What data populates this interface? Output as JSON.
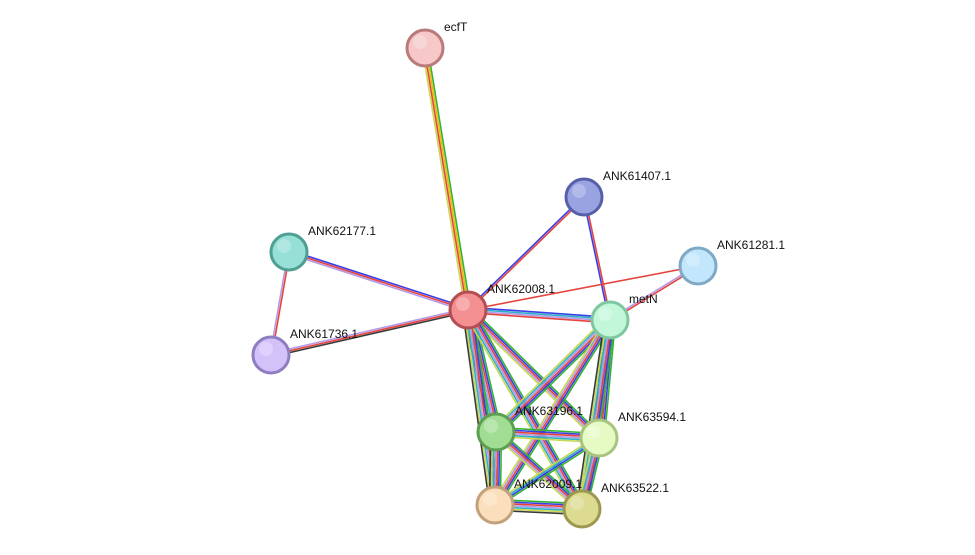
{
  "network": {
    "nodes": [
      {
        "id": "ecfT",
        "label": "ecfT",
        "fill": "#f7c8c8",
        "stroke": "#b87a7a"
      },
      {
        "id": "ANK61407.1",
        "label": "ANK61407.1",
        "fill": "#99a3e2",
        "stroke": "#5560a8"
      },
      {
        "id": "ANK61281.1",
        "label": "ANK61281.1",
        "fill": "#c2e6fb",
        "stroke": "#7fa9c4"
      },
      {
        "id": "ANK62177.1",
        "label": "ANK62177.1",
        "fill": "#96e0d7",
        "stroke": "#4e9e93"
      },
      {
        "id": "ANK62008.1",
        "label": "ANK62008.1",
        "fill": "#f59092",
        "stroke": "#b34f52"
      },
      {
        "id": "metN",
        "label": "metN",
        "fill": "#c3f7da",
        "stroke": "#7fc7a0"
      },
      {
        "id": "ANK61736.1",
        "label": "ANK61736.1",
        "fill": "#d3c2fa",
        "stroke": "#8f7dc1"
      },
      {
        "id": "ANK63196.1",
        "label": "ANK63196.1",
        "fill": "#a2dd94",
        "stroke": "#5e9e52"
      },
      {
        "id": "ANK63594.1",
        "label": "ANK63594.1",
        "fill": "#e6fbc4",
        "stroke": "#a9c47e"
      },
      {
        "id": "ANK62009.1",
        "label": "ANK62009.1",
        "fill": "#fbdfbd",
        "stroke": "#c2a07a"
      },
      {
        "id": "ANK63522.1",
        "label": "ANK63522.1",
        "fill": "#ddda91",
        "stroke": "#9c984f"
      }
    ],
    "edges": [
      {
        "source": "ecfT",
        "target": "ANK62008.1",
        "colors": [
          "#33b333",
          "#e6c000",
          "#e6443e",
          "#c8d850"
        ]
      },
      {
        "source": "ANK61407.1",
        "target": "ANK62008.1",
        "colors": [
          "#e6443e",
          "#3a3ee6"
        ]
      },
      {
        "source": "ANK61407.1",
        "target": "metN",
        "colors": [
          "#e6443e",
          "#3a3ee6"
        ]
      },
      {
        "source": "ANK61281.1",
        "target": "ANK62008.1",
        "colors": [
          "#e6443e"
        ]
      },
      {
        "source": "ANK61281.1",
        "target": "metN",
        "colors": [
          "#e6443e",
          "#b49ae6"
        ]
      },
      {
        "source": "ANK62177.1",
        "target": "ANK62008.1",
        "colors": [
          "#3a3ee6",
          "#e6443e",
          "#b49ae6"
        ]
      },
      {
        "source": "ANK62177.1",
        "target": "ANK61736.1",
        "colors": [
          "#e6443e",
          "#b49ae6"
        ]
      },
      {
        "source": "ANK61736.1",
        "target": "ANK62008.1",
        "colors": [
          "#b49ae6",
          "#e6443e",
          "#3a3a3a"
        ]
      },
      {
        "source": "ANK62008.1",
        "target": "metN",
        "colors": [
          "#3a3ee6",
          "#30b0c8",
          "#b49ae6",
          "#e6443e"
        ]
      },
      {
        "source": "ANK62008.1",
        "target": "ANK63196.1",
        "colors": [
          "#33b333",
          "#3a3ee6",
          "#e6443e",
          "#b49ae6",
          "#30b0c8",
          "#c8d850",
          "#3a3a3a"
        ]
      },
      {
        "source": "ANK62008.1",
        "target": "ANK63594.1",
        "colors": [
          "#33b333",
          "#3a3ee6",
          "#e6443e",
          "#b49ae6",
          "#c8d850"
        ]
      },
      {
        "source": "ANK62008.1",
        "target": "ANK62009.1",
        "colors": [
          "#33b333",
          "#3a3ee6",
          "#e6443e",
          "#b49ae6",
          "#30b0c8",
          "#c8d850",
          "#3a3a3a"
        ]
      },
      {
        "source": "ANK62008.1",
        "target": "ANK63522.1",
        "colors": [
          "#33b333",
          "#3a3ee6",
          "#e6443e",
          "#b49ae6",
          "#30b0c8",
          "#c8d850"
        ]
      },
      {
        "source": "metN",
        "target": "ANK63196.1",
        "colors": [
          "#33b333",
          "#3a3ee6",
          "#e6443e",
          "#b49ae6",
          "#30b0c8",
          "#c8d850"
        ]
      },
      {
        "source": "metN",
        "target": "ANK63594.1",
        "colors": [
          "#33b333",
          "#3a3ee6",
          "#e6443e",
          "#b49ae6",
          "#30b0c8",
          "#c8d850",
          "#3a3a3a"
        ]
      },
      {
        "source": "metN",
        "target": "ANK62009.1",
        "colors": [
          "#33b333",
          "#3a3ee6",
          "#e6443e",
          "#b49ae6",
          "#c8d850"
        ]
      },
      {
        "source": "metN",
        "target": "ANK63522.1",
        "colors": [
          "#33b333",
          "#3a3ee6",
          "#e6443e",
          "#b49ae6",
          "#30b0c8",
          "#c8d850",
          "#3a3a3a"
        ]
      },
      {
        "source": "ANK63196.1",
        "target": "ANK63594.1",
        "colors": [
          "#33b333",
          "#3a3ee6",
          "#e6443e",
          "#b49ae6",
          "#30b0c8",
          "#c8d850"
        ]
      },
      {
        "source": "ANK63196.1",
        "target": "ANK62009.1",
        "colors": [
          "#33b333",
          "#3a3ee6",
          "#e6443e",
          "#b49ae6",
          "#30b0c8",
          "#c8d850",
          "#3a3a3a"
        ]
      },
      {
        "source": "ANK63196.1",
        "target": "ANK63522.1",
        "colors": [
          "#33b333",
          "#3a3ee6",
          "#e6443e",
          "#b49ae6",
          "#c8d850"
        ]
      },
      {
        "source": "ANK63594.1",
        "target": "ANK62009.1",
        "colors": [
          "#33b333",
          "#3a3ee6",
          "#30b0c8",
          "#c8d850"
        ]
      },
      {
        "source": "ANK63594.1",
        "target": "ANK63522.1",
        "colors": [
          "#33b333",
          "#3a3ee6",
          "#e6443e",
          "#b49ae6",
          "#30b0c8",
          "#c8d850"
        ]
      },
      {
        "source": "ANK62009.1",
        "target": "ANK63522.1",
        "colors": [
          "#33b333",
          "#3a3ee6",
          "#e6443e",
          "#b49ae6",
          "#30b0c8",
          "#c8d850",
          "#3a3a3a"
        ]
      }
    ]
  }
}
